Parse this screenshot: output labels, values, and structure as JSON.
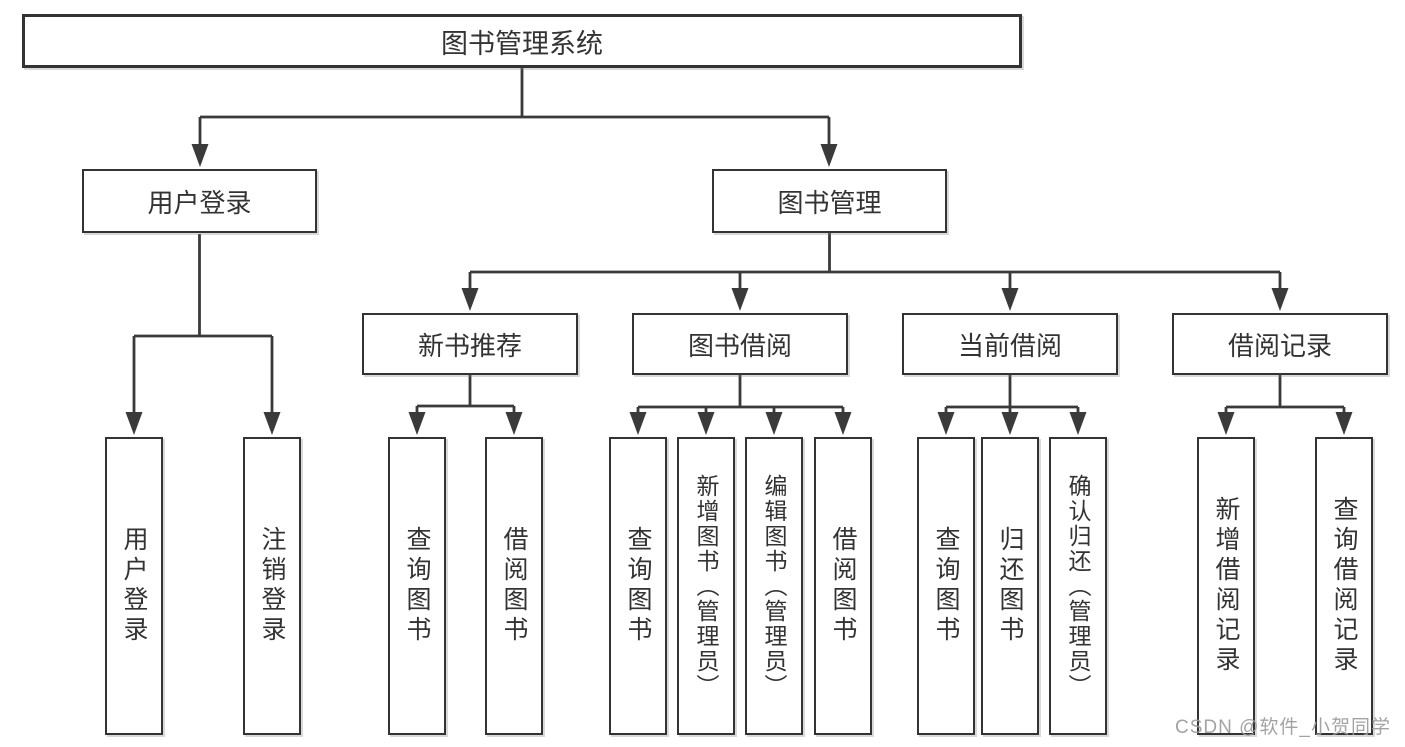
{
  "diagram": {
    "title": "图书管理系统",
    "level2": [
      {
        "label": "用户登录",
        "parent": "图书管理系统"
      },
      {
        "label": "图书管理",
        "parent": "图书管理系统"
      }
    ],
    "level3": [
      {
        "label": "新书推荐",
        "parent": "图书管理"
      },
      {
        "label": "图书借阅",
        "parent": "图书管理"
      },
      {
        "label": "当前借阅",
        "parent": "图书管理"
      },
      {
        "label": "借阅记录",
        "parent": "图书管理"
      }
    ],
    "leaves": [
      {
        "label": "用户登录",
        "parent": "用户登录"
      },
      {
        "label": "注销登录",
        "parent": "用户登录"
      },
      {
        "label": "查询图书",
        "parent": "新书推荐"
      },
      {
        "label": "借阅图书",
        "parent": "新书推荐"
      },
      {
        "label": "查询图书",
        "parent": "图书借阅"
      },
      {
        "label": "新增图书（管理员）",
        "parent": "图书借阅"
      },
      {
        "label": "编辑图书（管理员）",
        "parent": "图书借阅"
      },
      {
        "label": "借阅图书",
        "parent": "图书借阅"
      },
      {
        "label": "查询图书",
        "parent": "当前借阅"
      },
      {
        "label": "归还图书",
        "parent": "当前借阅"
      },
      {
        "label": "确认归还（管理员）",
        "parent": "当前借阅"
      },
      {
        "label": "新增借阅记录",
        "parent": "借阅记录"
      },
      {
        "label": "查询借阅记录",
        "parent": "借阅记录"
      }
    ],
    "watermark": "CSDN @软件_小贺同学",
    "colors": {
      "line": "#3a3a3a",
      "box_border": "#333333",
      "text": "#333333",
      "watermark": "#9e9e9e",
      "background": "#ffffff"
    }
  }
}
